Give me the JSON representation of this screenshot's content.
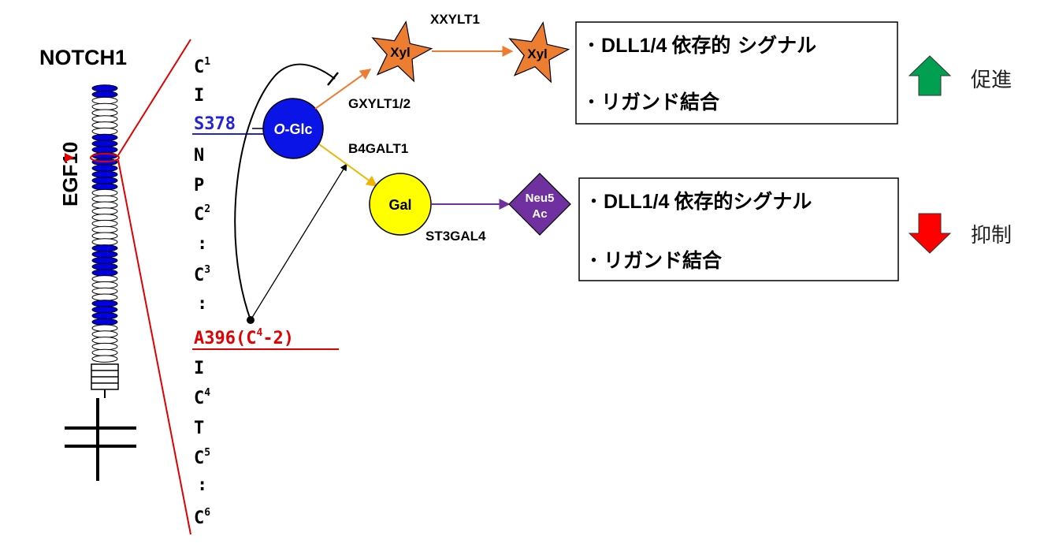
{
  "protein_label": "NOTCH1",
  "egf_label": "EGF10",
  "sequence": {
    "c1": "C",
    "c1_sup": "1",
    "i1": "I",
    "s378": "S378",
    "n": "N",
    "p": "P",
    "c2": "C",
    "c2_sup": "2",
    "colon1": ":",
    "c3": "C",
    "c3_sup": "3",
    "colon2": ":",
    "a396_pre": "A396(C",
    "a396_sup": "4",
    "a396_post": "-2)",
    "i2": "I",
    "c4": "C",
    "c4_sup": "4",
    "t": "T",
    "c5": "C",
    "c5_sup": "5",
    "colon3": ":",
    "c6": "C",
    "c6_sup": "6"
  },
  "sugars": {
    "oglc_italic": "O",
    "oglc_rest": "-Glc",
    "xyl1": "Xyl",
    "xyl2": "Xyl",
    "gal": "Gal",
    "neu5ac_line1": "Neu5",
    "neu5ac_line2": "Ac"
  },
  "enzymes": {
    "xxylt1": "XXYLT1",
    "gxylt": "GXYLT1/2",
    "b4galt1": "B4GALT1",
    "st3gal4": "ST3GAL4"
  },
  "boxes": {
    "top": {
      "line1_bullet": "・",
      "line1_a": "DLL1/4",
      "line1_b": "依存的 シグナル",
      "line2_bullet": "・",
      "line2": "リガンド結合"
    },
    "bottom": {
      "line1_bullet": "・",
      "line1_a": "DLL1/4",
      "line1_b": "依存的シグナル",
      "line2_bullet": "・",
      "line2": "リガンド結合"
    }
  },
  "effects": {
    "promote": "促進",
    "inhibit": "抑制"
  },
  "colors": {
    "egf_blue": "#0000e0",
    "oglc_blue": "#0a14e6",
    "xyl_orange": "#ed7d31",
    "gal_yellow": "#ffff00",
    "neu5ac_purple": "#7030a0",
    "s378_blue": "#2222dd",
    "a396_red": "#e00000",
    "up_green": "#00a050",
    "down_red": "#ff0000",
    "zoom_line_red": "#e00000",
    "b4galt_arrow": "#f0b400"
  }
}
